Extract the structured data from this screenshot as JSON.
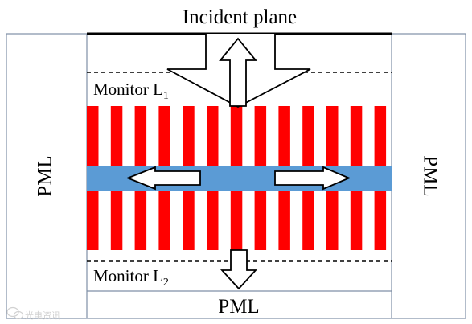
{
  "colors": {
    "frame": "#7f8fa6",
    "grating": "#ff0000",
    "waveguide": "#5b9bd5",
    "arrow_stroke": "#000000",
    "arrow_fill": "#ffffff",
    "monitor_line": "#000000"
  },
  "labels": {
    "incident_plane": "Incident plane",
    "monitor_l1_text": "Monitor L",
    "monitor_l1_sub": "1",
    "monitor_l2_text": "Monitor L",
    "monitor_l2_sub": "2",
    "pml_left": "PML",
    "pml_right": "PML",
    "pml_bottom": "PML"
  },
  "watermark": {
    "text": "光电资讯"
  },
  "grating": {
    "columns": 13,
    "rows": [
      "upper",
      "lower"
    ]
  },
  "icons": {
    "incident_arrow": "up-arrow-icon",
    "left_propagation": "left-arrow-icon",
    "right_propagation": "right-arrow-icon",
    "transmitted_arrow": "down-arrow-icon",
    "watermark_logo": "wechat-icon"
  }
}
